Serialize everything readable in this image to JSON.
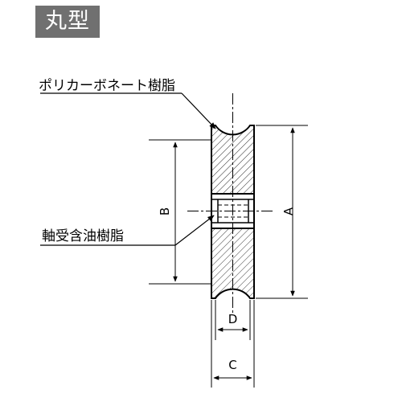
{
  "header": {
    "title": "丸型"
  },
  "callouts": {
    "body_material": "ポリカーボネート樹脂",
    "bearing_material": "軸受含油樹脂"
  },
  "dimensions": {
    "a": "A",
    "b": "B",
    "c": "C",
    "d": "D"
  }
}
